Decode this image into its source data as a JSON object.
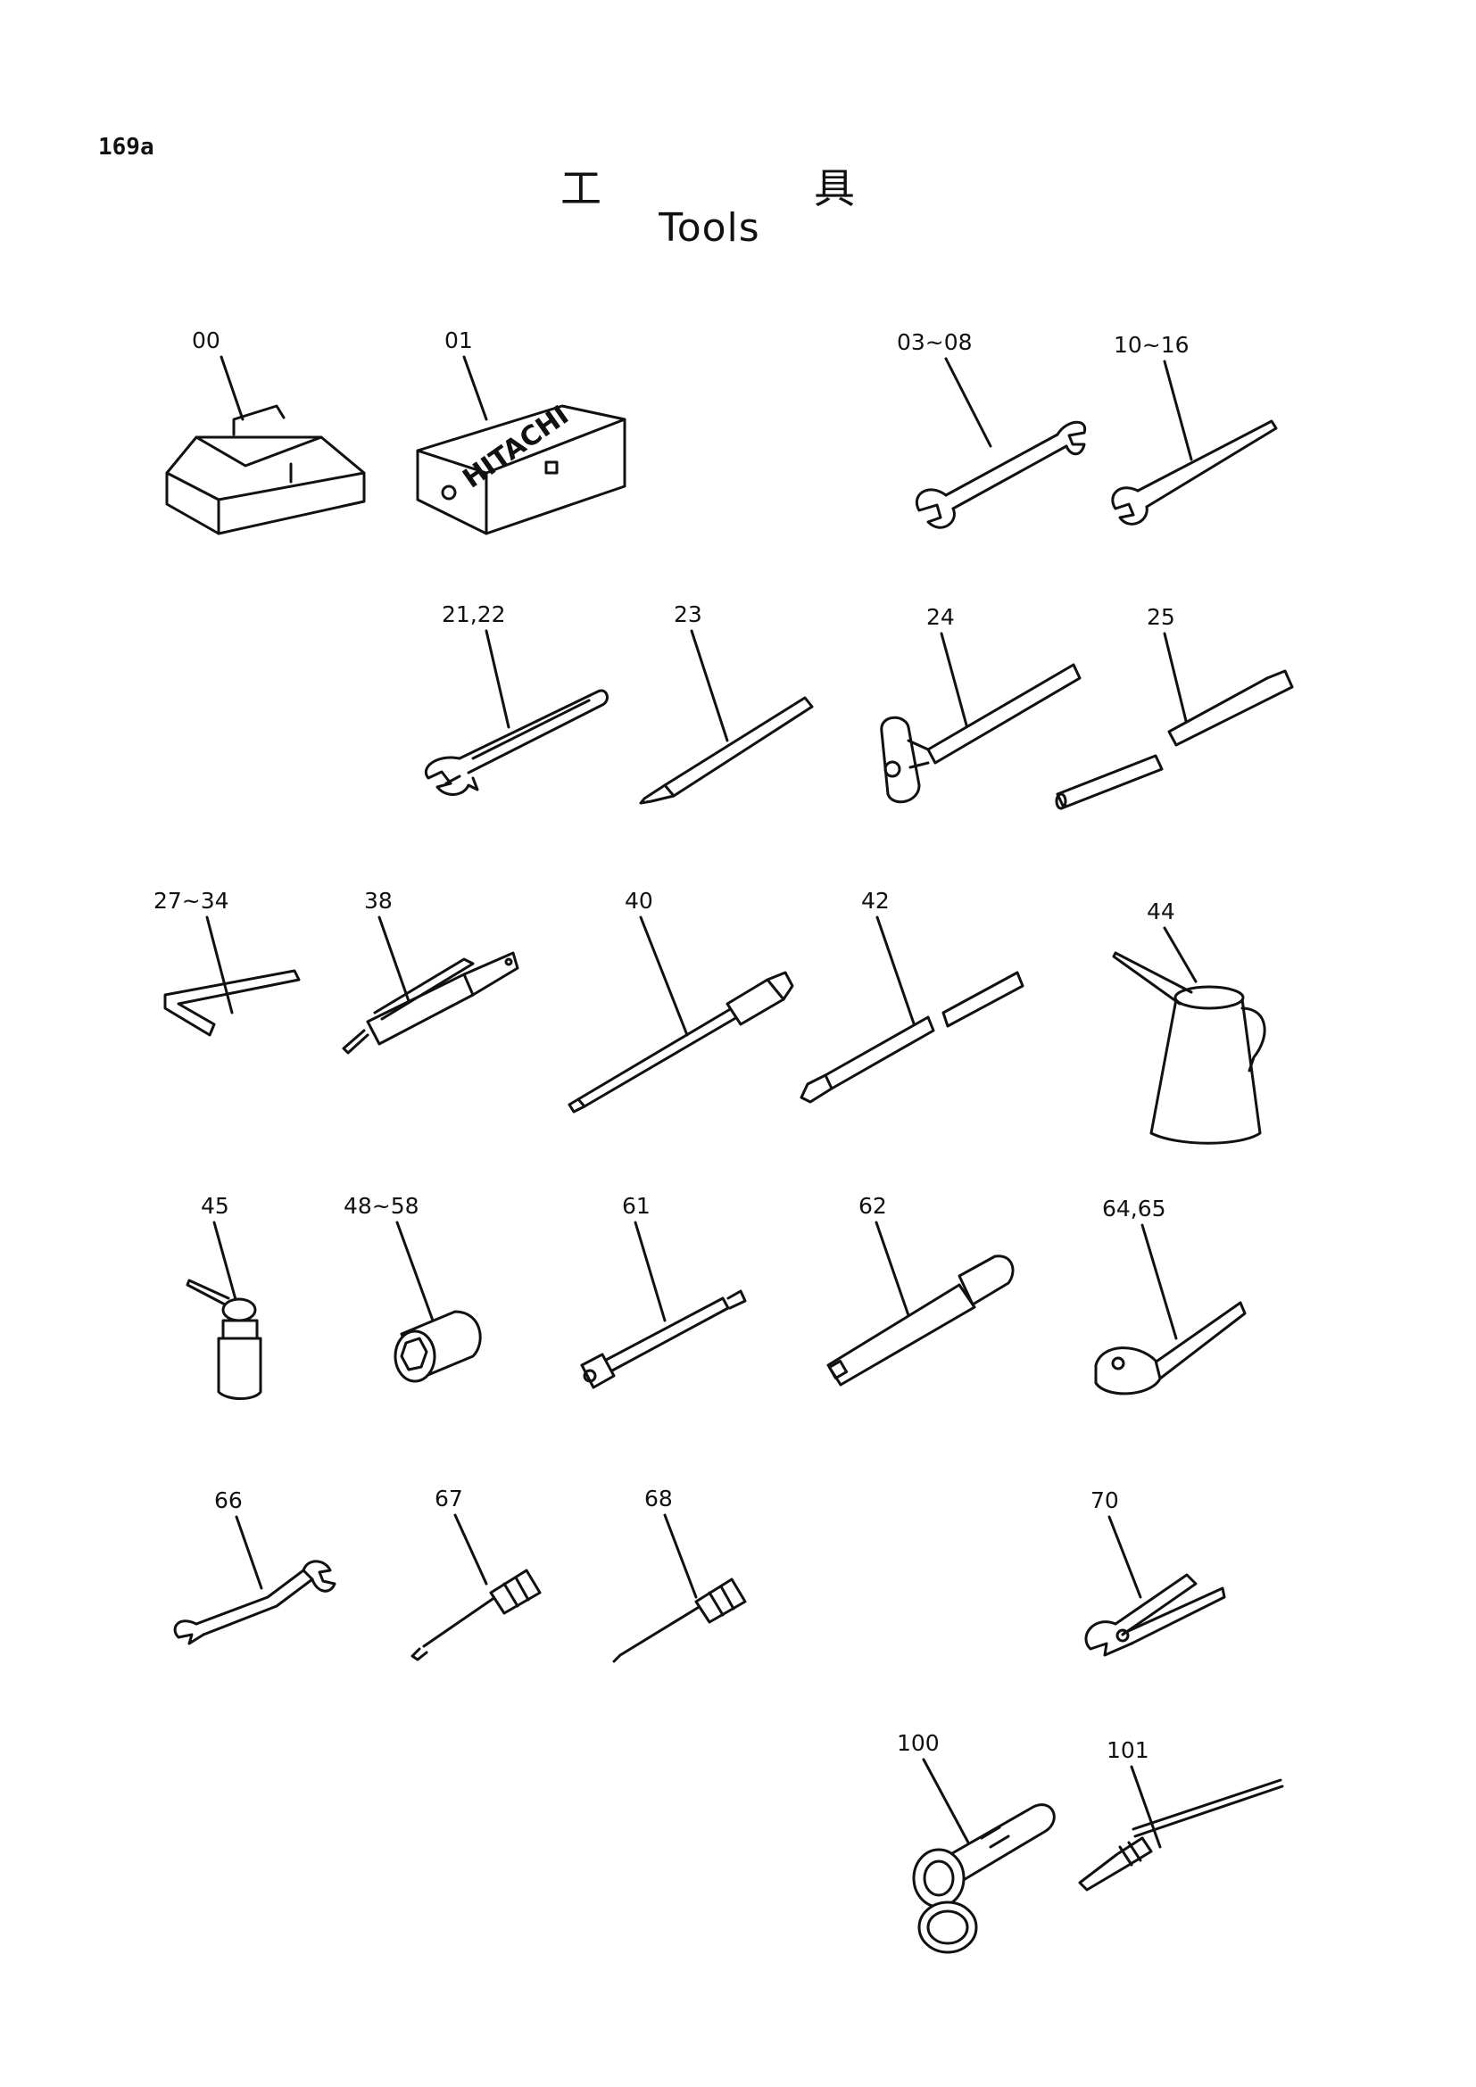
{
  "page_number": "169a",
  "title_jp_left": "工",
  "title_jp_right": "具",
  "title_en": "Tools",
  "box_brand": "HITACHI",
  "parts": [
    {
      "id": "00",
      "label": "00",
      "icon": "toolbox-icon"
    },
    {
      "id": "01",
      "label": "01",
      "icon": "tool-case-icon"
    },
    {
      "id": "03-08",
      "label": "03~08",
      "icon": "double-open-wrench-icon"
    },
    {
      "id": "10-16",
      "label": "10~16",
      "icon": "single-open-wrench-icon"
    },
    {
      "id": "21-22",
      "label": "21,22",
      "icon": "adjustable-wrench-icon"
    },
    {
      "id": "23",
      "label": "23",
      "icon": "screwdriver-bar-icon"
    },
    {
      "id": "24",
      "label": "24",
      "icon": "hammer-icon"
    },
    {
      "id": "25",
      "label": "25",
      "icon": "pry-bar-icon"
    },
    {
      "id": "27-34",
      "label": "27~34",
      "icon": "hex-key-icon"
    },
    {
      "id": "38",
      "label": "38",
      "icon": "grease-gun-icon"
    },
    {
      "id": "40",
      "label": "40",
      "icon": "grease-extension-icon"
    },
    {
      "id": "42",
      "label": "42",
      "icon": "extension-rod-icon"
    },
    {
      "id": "44",
      "label": "44",
      "icon": "oil-jug-icon"
    },
    {
      "id": "45",
      "label": "45",
      "icon": "oil-can-icon"
    },
    {
      "id": "48-58",
      "label": "48~58",
      "icon": "socket-icon"
    },
    {
      "id": "61",
      "label": "61",
      "icon": "extension-bar-icon"
    },
    {
      "id": "62",
      "label": "62",
      "icon": "socket-adapter-icon"
    },
    {
      "id": "64-65",
      "label": "64,65",
      "icon": "ratchet-handle-icon"
    },
    {
      "id": "66",
      "label": "66",
      "icon": "offset-wrench-icon"
    },
    {
      "id": "67",
      "label": "67",
      "icon": "flat-screwdriver-icon"
    },
    {
      "id": "68",
      "label": "68",
      "icon": "cross-screwdriver-icon"
    },
    {
      "id": "70",
      "label": "70",
      "icon": "pliers-icon"
    },
    {
      "id": "100",
      "label": "100",
      "icon": "flashlight-icon"
    },
    {
      "id": "101",
      "label": "101",
      "icon": "test-probe-icon"
    }
  ]
}
